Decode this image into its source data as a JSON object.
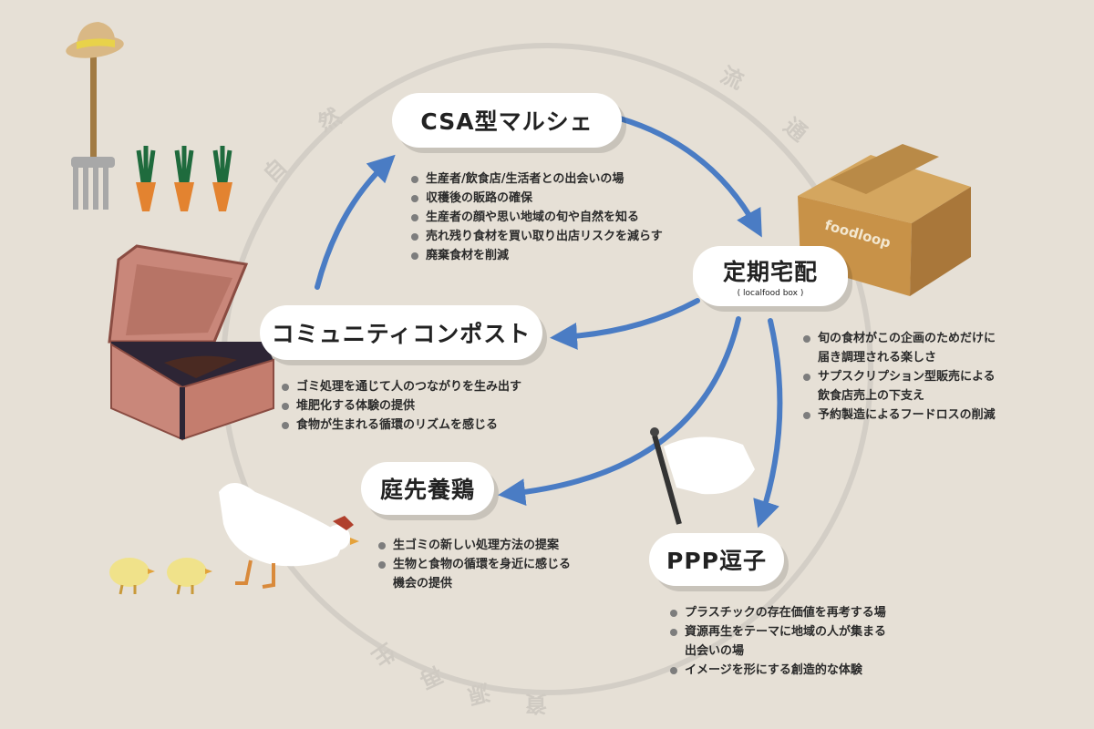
{
  "ring_labels": [
    "自",
    "然",
    "流",
    "通",
    "資",
    "源",
    "再",
    "生"
  ],
  "nodes": {
    "csa": {
      "title": "CSA型マルシェ",
      "bullets": [
        "生産者/飲食店/生活者との出会いの場",
        "収穫後の販路の確保",
        "生産者の顔や思い地域の旬や自然を知る",
        "売れ残り食材を買い取り出店リスクを減らす",
        "廃棄食材を削減"
      ]
    },
    "delivery": {
      "title": "定期宅配",
      "subtitle": "( localfood box )",
      "bullets": [
        "旬の食材がこの企画のためだけに",
        "届き調理される楽しさ",
        "サプスクリプション型販売による",
        "飲食店売上の下支え",
        "予約製造によるフードロスの削減"
      ],
      "bullet_start": [
        true,
        false,
        true,
        false,
        true
      ]
    },
    "compost": {
      "title": "コミュニティコンポスト",
      "bullets": [
        "ゴミ処理を通じて人のつながりを生み出す",
        "堆肥化する体験の提供",
        "食物が生まれる循環のリズムを感じる"
      ]
    },
    "chicken": {
      "title": "庭先養鶏",
      "bullets": [
        "生ゴミの新しい処理方法の提案",
        "生物と食物の循環を身近に感じる",
        "機会の提供"
      ],
      "bullet_start": [
        true,
        true,
        false
      ]
    },
    "ppp": {
      "title": "PPP逗子",
      "bullets": [
        "プラスチックの存在価値を再考する場",
        "資源再生をテーマに地域の人が集まる",
        "出会いの場",
        "イメージを形にする創造的な体験"
      ],
      "bullet_start": [
        true,
        true,
        false,
        true
      ]
    }
  },
  "box_label": "foodloop",
  "colors": {
    "background": "#e6e0d6",
    "arrow": "#4a7cc4",
    "ring": "#d3cec6",
    "pill": "#ffffff",
    "bullet": "#7d7d7d"
  }
}
